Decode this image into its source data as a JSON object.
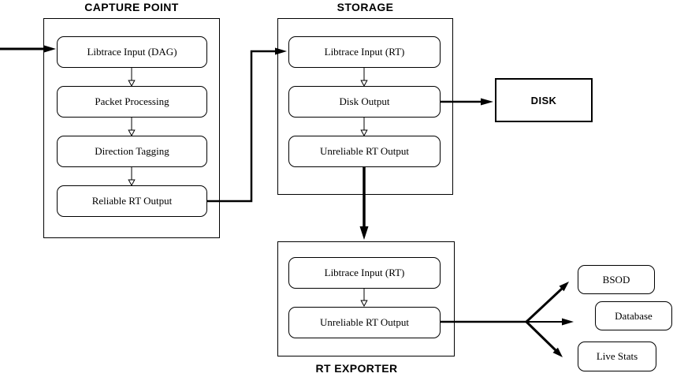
{
  "diagram": {
    "groups": {
      "capture_point": {
        "title": "CAPTURE POINT",
        "nodes": [
          "Libtrace Input (DAG)",
          "Packet Processing",
          "Direction Tagging",
          "Reliable RT Output"
        ]
      },
      "storage": {
        "title": "STORAGE",
        "nodes": [
          "Libtrace Input (RT)",
          "Disk Output",
          "Unreliable RT Output"
        ]
      },
      "rt_exporter": {
        "title": "RT EXPORTER",
        "nodes": [
          "Libtrace Input (RT)",
          "Unreliable RT Output"
        ]
      }
    },
    "disk": {
      "label": "DISK"
    },
    "sinks": [
      {
        "label": "BSOD"
      },
      {
        "label": "Database"
      },
      {
        "label": "Live Stats"
      }
    ],
    "colors": {
      "line": "#000000",
      "text": "#000000",
      "box_border": "#000000",
      "box_fill": "#ffffff",
      "background": "#ffffff"
    }
  }
}
